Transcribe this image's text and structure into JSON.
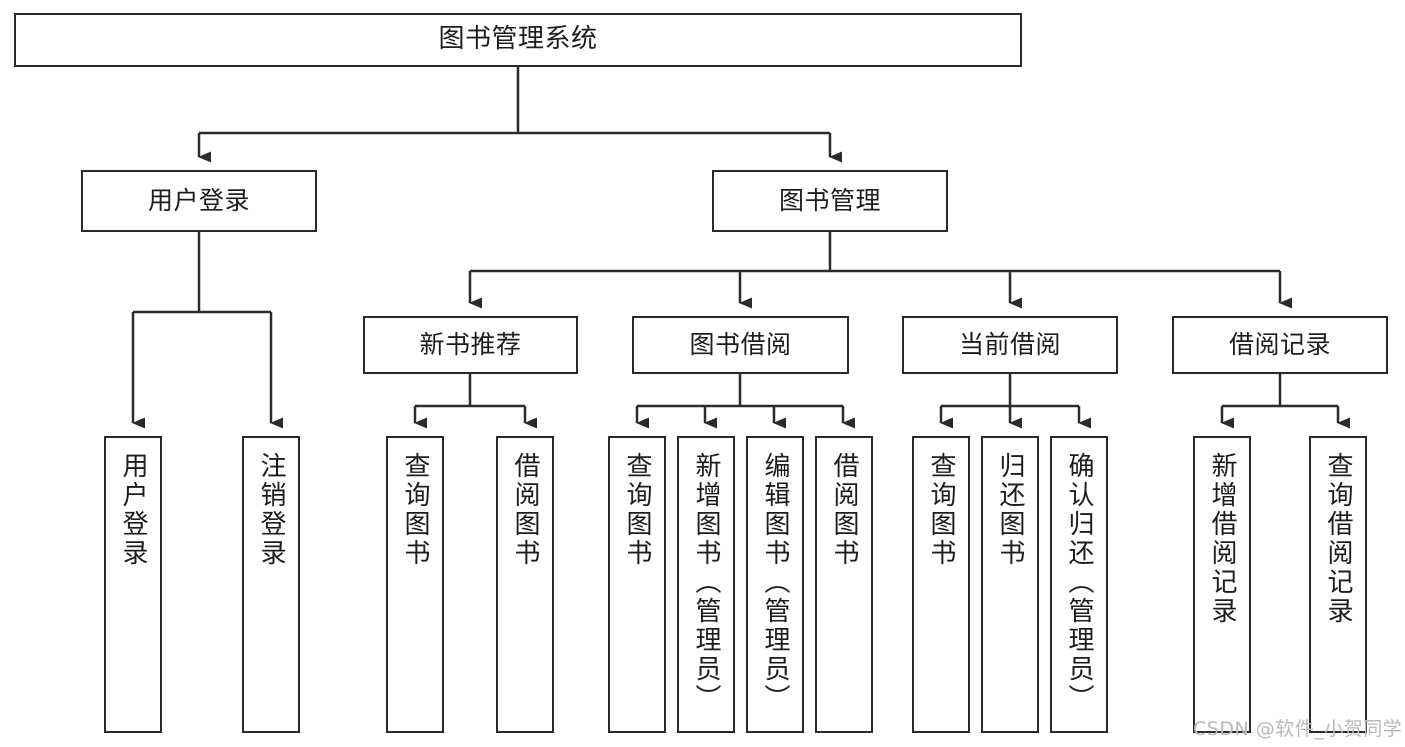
{
  "diagram": {
    "title": "图书管理系统",
    "type": "hierarchy-tree",
    "stroke_color": "#2b2b2b",
    "fill_color": "#ffffff",
    "text_color": "#1d1d1d",
    "root": {
      "label": "图书管理系统"
    },
    "level1": [
      {
        "label": "用户登录"
      },
      {
        "label": "图书管理"
      }
    ],
    "level2": [
      {
        "label": "新书推荐"
      },
      {
        "label": "图书借阅"
      },
      {
        "label": "当前借阅"
      },
      {
        "label": "借阅记录"
      }
    ],
    "leaves": [
      {
        "label": "用户登录",
        "parent": "用户登录"
      },
      {
        "label": "注销登录",
        "parent": "用户登录"
      },
      {
        "label": "查询图书",
        "parent": "新书推荐"
      },
      {
        "label": "借阅图书",
        "parent": "新书推荐"
      },
      {
        "label": "查询图书",
        "parent": "图书借阅"
      },
      {
        "label": "新增图书（管理员）",
        "parent": "图书借阅"
      },
      {
        "label": "编辑图书（管理员）",
        "parent": "图书借阅"
      },
      {
        "label": "借阅图书",
        "parent": "图书借阅"
      },
      {
        "label": "查询图书",
        "parent": "当前借阅"
      },
      {
        "label": "归还图书",
        "parent": "当前借阅"
      },
      {
        "label": "确认归还（管理员）",
        "parent": "当前借阅"
      },
      {
        "label": "新增借阅记录",
        "parent": "借阅记录"
      },
      {
        "label": "查询借阅记录",
        "parent": "借阅记录"
      }
    ]
  },
  "watermark": {
    "text": "CSDN @软件_小贺同学"
  }
}
